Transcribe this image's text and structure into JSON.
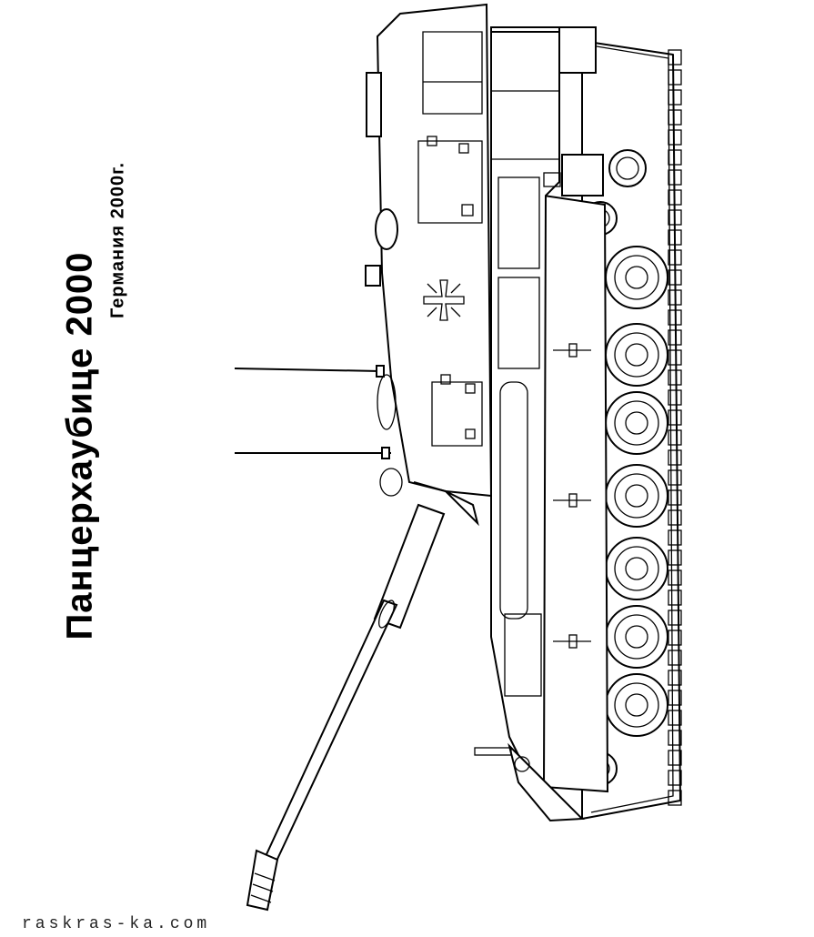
{
  "picture": {
    "title": "Панцерхаубице 2000",
    "subtitle": "Германия 2000г.",
    "watermark": "raskras-ka.com"
  },
  "colors": {
    "ink": "#000000",
    "paper": "#ffffff"
  }
}
